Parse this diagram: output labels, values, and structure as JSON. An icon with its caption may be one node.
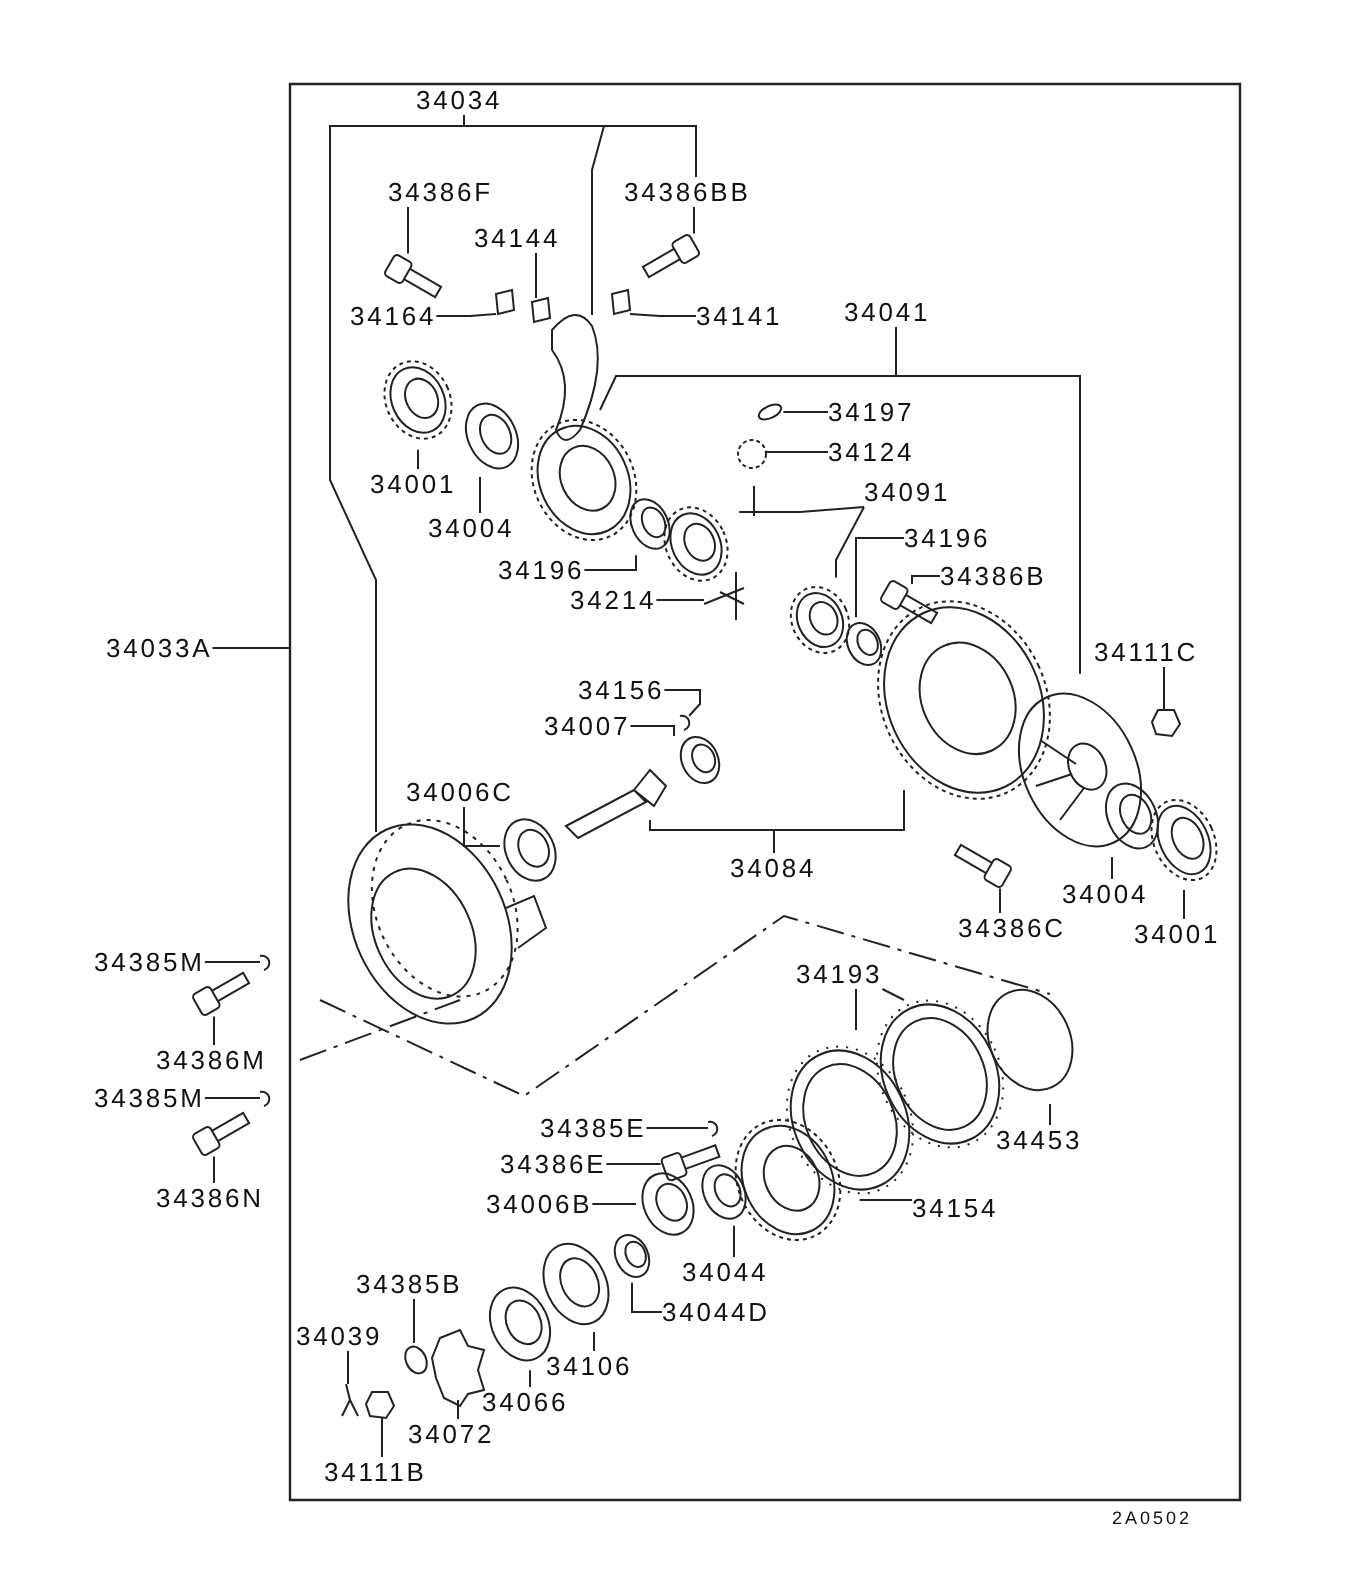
{
  "diagram": {
    "nodes": [
      {
        "text": [
          "34034"
        ]
      },
      {
        "text": [
          "34386F"
        ]
      },
      {
        "text": [
          "34386BB"
        ]
      },
      {
        "text": [
          "34144"
        ]
      },
      {
        "text": [
          "34164"
        ]
      },
      {
        "text": [
          "34141"
        ]
      },
      {
        "text": [
          "34041"
        ]
      },
      {
        "text": [
          "34197"
        ]
      },
      {
        "text": [
          "34124"
        ]
      },
      {
        "text": [
          "34001"
        ]
      },
      {
        "text": [
          "34004"
        ]
      },
      {
        "text": [
          "34091"
        ]
      },
      {
        "text": [
          "34196"
        ]
      },
      {
        "text": [
          "34196"
        ]
      },
      {
        "text": [
          "34386B"
        ]
      },
      {
        "text": [
          "34214"
        ]
      },
      {
        "text": [
          "34033A"
        ]
      },
      {
        "text": [
          "34111C"
        ]
      },
      {
        "text": [
          "34156"
        ]
      },
      {
        "text": [
          "34007"
        ]
      },
      {
        "text": [
          "34006C"
        ]
      },
      {
        "text": [
          "34084"
        ]
      },
      {
        "text": [
          "34386C"
        ]
      },
      {
        "text": [
          "34004"
        ]
      },
      {
        "text": [
          "34001"
        ]
      },
      {
        "text": [
          "34385M"
        ]
      },
      {
        "text": [
          "34386M"
        ]
      },
      {
        "text": [
          "34193"
        ]
      },
      {
        "text": [
          "34385M"
        ]
      },
      {
        "text": [
          "34453"
        ]
      },
      {
        "text": [
          "34385E"
        ]
      },
      {
        "text": [
          "34386N"
        ]
      },
      {
        "text": [
          "34386E"
        ]
      },
      {
        "text": [
          "34006B"
        ]
      },
      {
        "text": [
          "34154"
        ]
      },
      {
        "text": [
          "34044"
        ]
      },
      {
        "text": [
          "34044D"
        ]
      },
      {
        "text": [
          "34385B"
        ]
      },
      {
        "text": [
          "34039"
        ]
      },
      {
        "text": [
          "34106"
        ]
      },
      {
        "text": [
          "34066"
        ]
      },
      {
        "text": [
          "34072"
        ]
      },
      {
        "text": [
          "34111B"
        ]
      },
      {
        "text": [],
        "shape": "picture"
      },
      {
        "text": [],
        "shape": "picture"
      },
      {
        "text": [],
        "shape": "box"
      },
      {
        "text": [],
        "shape": "box"
      },
      {
        "text": [],
        "shape": "box"
      },
      {
        "text": [],
        "shape": "picture"
      },
      {
        "text": [],
        "shape": "picture"
      },
      {
        "text": [],
        "shape": "picture"
      },
      {
        "text": [],
        "shape": "picture"
      },
      {
        "text": [],
        "shape": "circle"
      },
      {
        "text": [],
        "shape": "picture"
      },
      {
        "text": [],
        "shape": "picture"
      },
      {
        "text": [],
        "shape": "picture"
      },
      {
        "text": [],
        "shape": "picture"
      },
      {
        "text": [],
        "shape": "picture"
      },
      {
        "text": [],
        "shape": "picture"
      },
      {
        "text": [],
        "shape": "picture"
      },
      {
        "text": [],
        "shape": "picture"
      },
      {
        "text": [],
        "shape": "picture"
      },
      {
        "text": [],
        "shape": "picture"
      },
      {
        "text": [],
        "shape": "picture"
      },
      {
        "text": [],
        "shape": "picture"
      },
      {
        "text": [],
        "shape": "picture"
      },
      {
        "text": [],
        "shape": "picture"
      },
      {
        "text": [],
        "shape": "picture"
      },
      {
        "text": [],
        "shape": "picture"
      },
      {
        "text": [],
        "shape": "picture"
      },
      {
        "text": [],
        "shape": "picture"
      },
      {
        "text": [],
        "shape": "picture"
      },
      {
        "text": [],
        "shape": "picture"
      },
      {
        "text": [],
        "shape": "picture"
      },
      {
        "text": [],
        "shape": "picture"
      },
      {
        "text": [],
        "shape": "picture"
      },
      {
        "text": [],
        "shape": "picture"
      },
      {
        "text": [],
        "shape": "circle"
      },
      {
        "text": [],
        "shape": "picture"
      },
      {
        "text": [],
        "shape": "picture"
      },
      {
        "text": [],
        "shape": "picture"
      },
      {
        "text": [],
        "shape": "picture"
      },
      {
        "text": [],
        "shape": "picture"
      },
      {
        "text": [],
        "shape": "picture"
      },
      {
        "text": [],
        "shape": "picture"
      },
      {
        "text": [],
        "shape": "picture"
      },
      {
        "text": [],
        "shape": "picture"
      },
      {
        "text": [],
        "shape": "circle"
      },
      {
        "text": [],
        "shape": "picture"
      },
      {
        "text": [],
        "shape": "picture"
      }
    ],
    "edges": [
      {
        "from": 0,
        "to": 48,
        "arrow": "none"
      },
      {
        "from": 0,
        "to": 70,
        "arrow": "none"
      },
      {
        "from": 0,
        "to": 2,
        "arrow": "none"
      },
      {
        "from": 1,
        "to": 43,
        "arrow": "none"
      },
      {
        "from": 2,
        "to": 44,
        "arrow": "none"
      },
      {
        "from": 3,
        "to": 46,
        "arrow": "none"
      },
      {
        "from": 4,
        "to": 45,
        "arrow": "none"
      },
      {
        "from": 5,
        "to": 47,
        "arrow": "none"
      },
      {
        "from": 6,
        "to": 51,
        "arrow": "none"
      },
      {
        "from": 6,
        "to": 61,
        "arrow": "none"
      },
      {
        "from": 7,
        "to": 52,
        "arrow": "none"
      },
      {
        "from": 8,
        "to": 53,
        "arrow": "none"
      },
      {
        "from": 9,
        "to": 49,
        "arrow": "none"
      },
      {
        "from": 10,
        "to": 50,
        "arrow": "none"
      },
      {
        "from": 11,
        "to": 55,
        "arrow": "none"
      },
      {
        "from": 11,
        "to": 57,
        "arrow": "none"
      },
      {
        "from": 12,
        "to": 58,
        "arrow": "none"
      },
      {
        "from": 13,
        "to": 54,
        "arrow": "none"
      },
      {
        "from": 14,
        "to": 59,
        "arrow": "none"
      },
      {
        "from": 15,
        "to": 56,
        "arrow": "none"
      },
      {
        "from": 16,
        "to": null,
        "arrow": "none"
      },
      {
        "from": 17,
        "to": 62,
        "arrow": "none"
      },
      {
        "from": 18,
        "to": 63,
        "arrow": "none"
      },
      {
        "from": 19,
        "to": 64,
        "arrow": "none"
      },
      {
        "from": 20,
        "to": 66,
        "arrow": "none"
      },
      {
        "from": 21,
        "to": 65,
        "arrow": "none"
      },
      {
        "from": 21,
        "to": 60,
        "arrow": "none"
      },
      {
        "from": 22,
        "to": 67,
        "arrow": "none"
      },
      {
        "from": 23,
        "to": 68,
        "arrow": "none"
      },
      {
        "from": 24,
        "to": 69,
        "arrow": "none"
      },
      {
        "from": 25,
        "to": 71,
        "arrow": "none"
      },
      {
        "from": 26,
        "to": 72,
        "arrow": "none"
      },
      {
        "from": 27,
        "to": 75,
        "arrow": "none"
      },
      {
        "from": 27,
        "to": 76,
        "arrow": "none"
      },
      {
        "from": 28,
        "to": 73,
        "arrow": "none"
      },
      {
        "from": 29,
        "to": 77,
        "arrow": "none"
      },
      {
        "from": 30,
        "to": 78,
        "arrow": "none"
      },
      {
        "from": 31,
        "to": 74,
        "arrow": "none"
      },
      {
        "from": 32,
        "to": 79,
        "arrow": "none"
      },
      {
        "from": 33,
        "to": 81,
        "arrow": "none"
      },
      {
        "from": 34,
        "to": 80,
        "arrow": "none"
      },
      {
        "from": 35,
        "to": 82,
        "arrow": "none"
      },
      {
        "from": 36,
        "to": 83,
        "arrow": "none"
      },
      {
        "from": 37,
        "to": 87,
        "arrow": "none"
      },
      {
        "from": 38,
        "to": 89,
        "arrow": "none"
      },
      {
        "from": 39,
        "to": 84,
        "arrow": "none"
      },
      {
        "from": 40,
        "to": 85,
        "arrow": "none"
      },
      {
        "from": 41,
        "to": 86,
        "arrow": "none"
      },
      {
        "from": 42,
        "to": 88,
        "arrow": "none"
      }
    ],
    "labels": [
      "2A0502"
    ]
  }
}
